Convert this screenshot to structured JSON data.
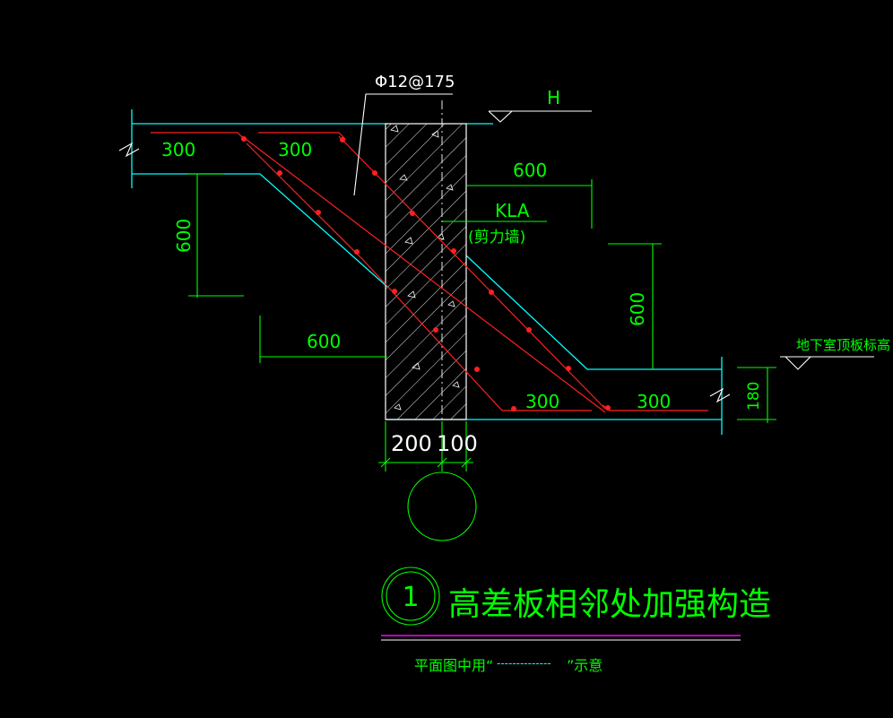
{
  "labels": {
    "rebar_spec": "Φ12@175",
    "elev_H": "H",
    "dim_300_top_left": "300",
    "dim_300_top_right": "300",
    "dim_600_left_vertical": "600",
    "dim_600_top_right": "600",
    "kla": "KLA",
    "shear_wall": "(剪力墙)",
    "dim_600_right_vertical": "600",
    "dim_600_bottom_left": "600",
    "dim_300_bottom_left": "300",
    "dim_300_bottom_right": "300",
    "basement_roof_elev": "地下室顶板标高",
    "dim_180": "180",
    "dim_200": "200",
    "dim_100": "100",
    "detail_number": "1",
    "detail_title": "高差板相邻处加强构造",
    "note_left": "平面图中用“",
    "note_dashes": "--------------",
    "note_right": "”示意"
  },
  "colors": {
    "background": "#000000",
    "concrete_outline": "#00ffff",
    "rebar": "#ff2020",
    "dimension": "#00ff00",
    "annotation": "#ffffff",
    "title_underline": "#ff00ff"
  }
}
